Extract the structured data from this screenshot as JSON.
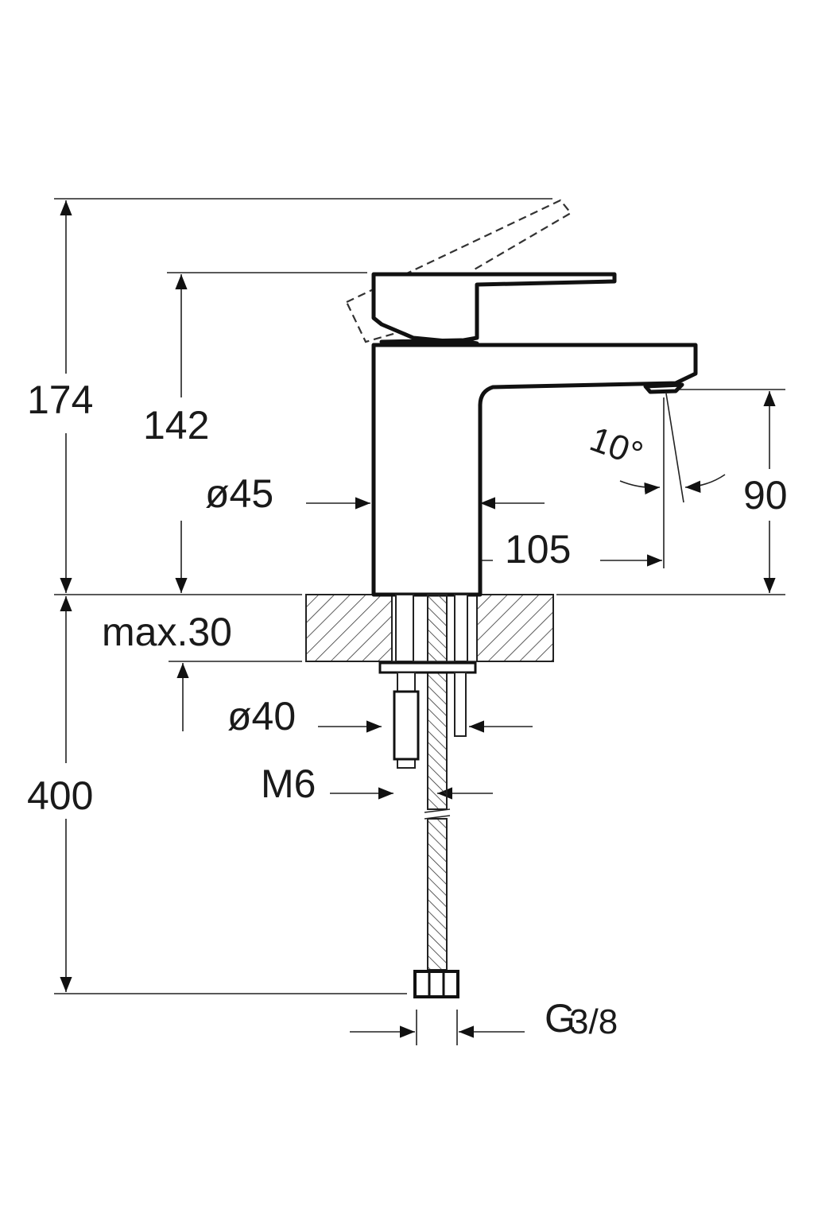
{
  "dimensions": {
    "overall_height": "174",
    "lever_height": "142",
    "body_diameter": "ø45",
    "spout_height": "90",
    "spout_reach": "105",
    "spout_angle": "10°",
    "deck_thickness": "max.30",
    "base_diameter": "ø40",
    "stud_thread": "M6",
    "hose_length": "400",
    "connection": "G",
    "connection_fraction": "3/8"
  },
  "colors": {
    "line": "#111111",
    "background": "#ffffff"
  }
}
